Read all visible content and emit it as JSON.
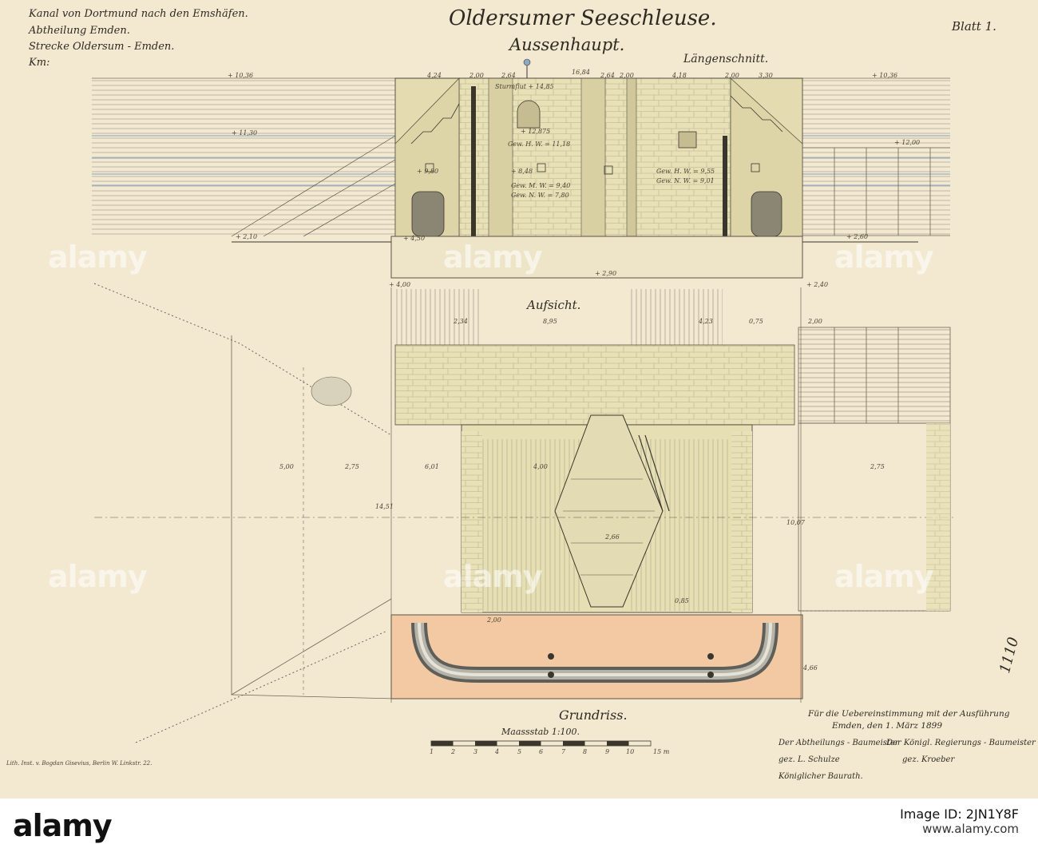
{
  "header": {
    "line1": "Kanal von Dortmund nach den Emshäfen.",
    "line2": "Abtheilung Emden.",
    "line3": "Strecke Oldersum - Emden.",
    "line4": "Km:",
    "title": "Oldersumer Seeschleuse.",
    "subtitle": "Aussenhaupt.",
    "sheet": "Blatt 1."
  },
  "sections": {
    "longitudinal": "Längenschnitt.",
    "top_view": "Aufsicht.",
    "ground_plan": "Grundriss."
  },
  "scale": {
    "label": "Maassstab 1:100.",
    "ticks": [
      "1",
      "2",
      "3",
      "4",
      "5",
      "6",
      "7",
      "8",
      "9",
      "10"
    ],
    "unit": "15 m"
  },
  "dimensions": {
    "top": [
      "+ 10,36",
      "4,24",
      "2,00",
      "2,64",
      "16,84",
      "2,64",
      "2,00",
      "4,18",
      "2,00",
      "3,30",
      "+ 10,36"
    ],
    "water_levels": [
      "Sturmflut + 14,85",
      "+ 11,30",
      "+ 12,875",
      "Gew. H. W. = 11,18",
      "+ 9,80",
      "+ 8,48",
      "Gew. M. W. = 9,40",
      "Gew. N. W. = 7,80",
      "Gew. H. W. = 9,55",
      "Gew. N. W. = 9,01",
      "+ 12,00"
    ],
    "bottom": [
      "+ 4,00",
      "+ 2,90",
      "+ 4,50",
      "+ 2,40",
      "+ 2,10",
      "+ 2,60"
    ],
    "plan": [
      "8,95",
      "2,34",
      "0,75",
      "4,23",
      "2,00",
      "5,00",
      "2,75",
      "6,01",
      "4,00",
      "2,66",
      "2,75",
      "14,51",
      "10,07",
      "2,00",
      "0,85",
      "4,66"
    ]
  },
  "certification": {
    "line1": "Für die Uebereinstimmung mit der Ausführung",
    "line2": "Emden, den 1. März 1899",
    "left_role": "Der Abtheilungs - Baumeister",
    "left_name": "gez. L. Schulze",
    "left_title": "Königlicher Baurath.",
    "right_role": "Der Königl. Regierungs - Baumeister",
    "right_name": "gez. Kroeber"
  },
  "printer": "Lith. Inst. v. Bogdan Gisevius, Berlin W. Linkstr. 22.",
  "inventory": "1110",
  "watermark": "alamy",
  "footer": {
    "logo": "alamy",
    "image_id": "Image ID: 2JN1Y8F",
    "url": "www.alamy.com"
  },
  "colors": {
    "paper": "#f3e9d0",
    "stone": "#e6dfb4",
    "water_blue": "#8ea9c4",
    "foundation_pink": "#f3c9a4",
    "ink": "#2e2a22"
  }
}
